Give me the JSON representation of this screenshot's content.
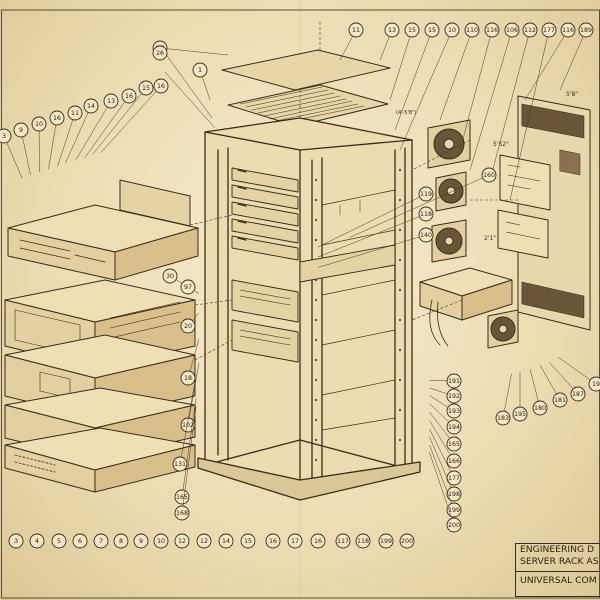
{
  "title_block": {
    "line1": "ENGINEERING D",
    "line2": "SERVER RACK AS",
    "line3": "UNIVERSAL COM"
  },
  "dimensions": {
    "width_label": "5'8\"",
    "depth_label": "2'1\"",
    "side_label": "5'52\"",
    "top_label": "(4'-5'8\")"
  },
  "callouts": {
    "top_row": [
      "27",
      "26",
      "1",
      "11",
      "13",
      "15",
      "15",
      "10",
      "110",
      "116",
      "106",
      "112",
      "177",
      "116",
      "189"
    ],
    "left_column": [
      "3",
      "9",
      "10",
      "16",
      "11",
      "14",
      "13",
      "16",
      "15",
      "16"
    ],
    "middle": [
      "30",
      "97",
      "20",
      "18",
      "102",
      "131",
      "165",
      "168",
      "119",
      "118",
      "140",
      "160"
    ],
    "right_column": [
      "191",
      "192",
      "193",
      "194",
      "165",
      "166",
      "177",
      "198",
      "199",
      "200"
    ],
    "right_parts": [
      "183",
      "195",
      "180",
      "181",
      "187",
      "19"
    ],
    "bottom_row": [
      "3",
      "4",
      "5",
      "6",
      "7",
      "8",
      "9",
      "10",
      "12",
      "12",
      "14",
      "15",
      "16",
      "17",
      "16",
      "117",
      "118",
      "199",
      "200"
    ]
  }
}
